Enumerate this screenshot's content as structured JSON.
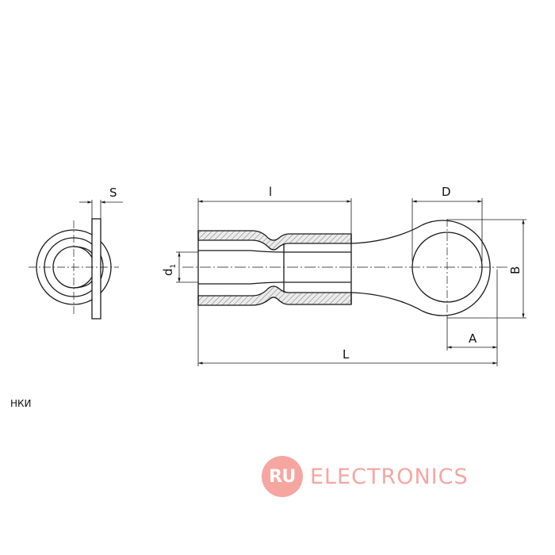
{
  "drawing": {
    "dimensions": {
      "S": "S",
      "l": "l",
      "D": "D",
      "d": "d",
      "d_sub": "1",
      "B": "B",
      "A": "A",
      "L": "L"
    },
    "series_label": "НКИ"
  },
  "logo": {
    "badge": "RU",
    "word": "ELECTRONICS"
  },
  "colors": {
    "line": "#1a1a1a",
    "hatch_fill": "#e9e9e9",
    "logo": "#f6a6a0"
  },
  "icons": {
    "logo_badge": "ru-circle-logo"
  }
}
